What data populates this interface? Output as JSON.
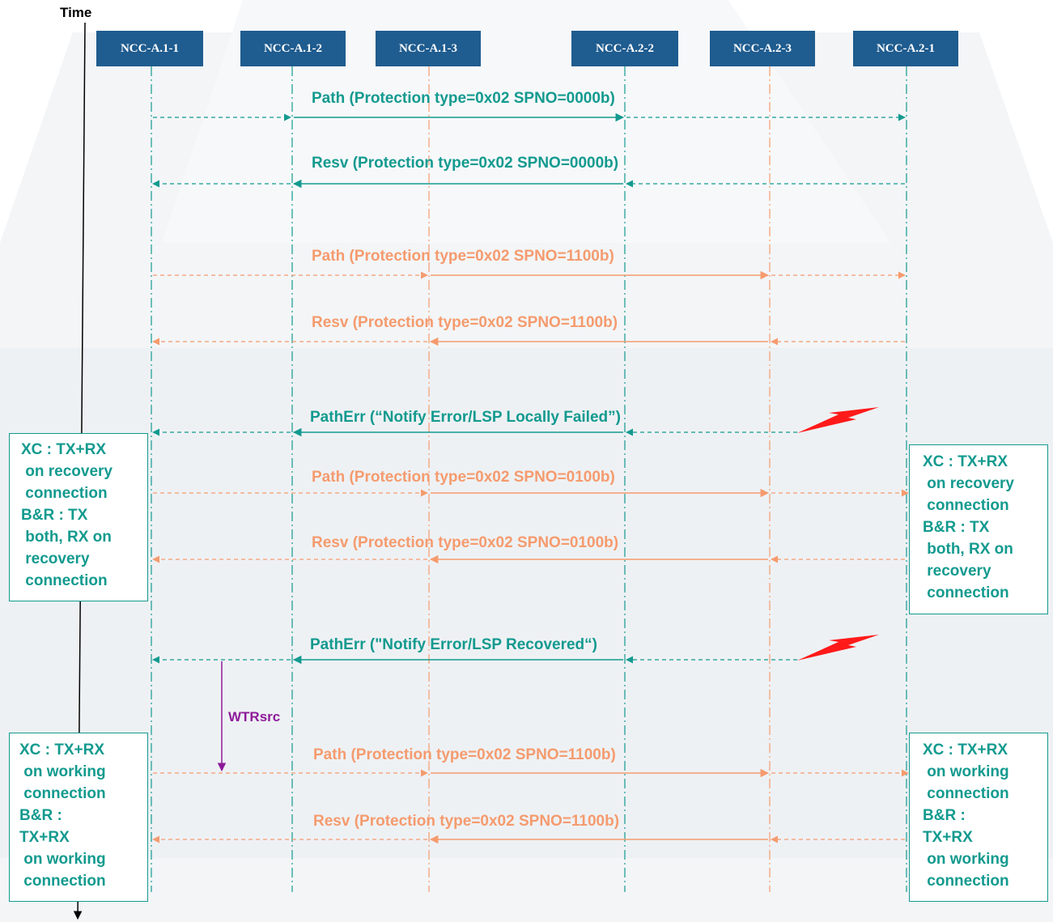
{
  "time_label": "Time",
  "nodes": [
    "NCC-A.1-1",
    "NCC-A.1-2",
    "NCC-A.1-3",
    "NCC-A.2-2",
    "NCC-A.2-3",
    "NCC-A.2-1"
  ],
  "colors": {
    "node_fill": "#1f5c8f",
    "teal": "#139a8f",
    "orange": "#f59b6e",
    "purple": "#8e1a9a",
    "lightning": "#ff1a1a"
  },
  "messages": [
    {
      "text": "Path (Protection type=0x02 SPNO=0000b)",
      "color": "teal",
      "direction": "right",
      "from": "NCC-A.1-1",
      "to": "NCC-A.2-1"
    },
    {
      "text": "Resv (Protection type=0x02 SPNO=0000b)",
      "color": "teal",
      "direction": "left",
      "from": "NCC-A.2-1",
      "to": "NCC-A.1-1"
    },
    {
      "text": "Path (Protection type=0x02 SPNO=1100b)",
      "color": "orange",
      "direction": "right",
      "from": "NCC-A.1-1",
      "to": "NCC-A.2-1"
    },
    {
      "text": "Resv (Protection type=0x02 SPNO=1100b)",
      "color": "orange",
      "direction": "left",
      "from": "NCC-A.2-1",
      "to": "NCC-A.1-1"
    },
    {
      "text": "PathErr (“Notify Error/LSP Locally Failed”)",
      "color": "teal",
      "direction": "left",
      "from": "NCC-A.2-3",
      "to": "NCC-A.1-1"
    },
    {
      "text": "Path (Protection type=0x02 SPNO=0100b)",
      "color": "orange",
      "direction": "right",
      "from": "NCC-A.1-1",
      "to": "NCC-A.2-1"
    },
    {
      "text": "Resv (Protection type=0x02 SPNO=0100b)",
      "color": "orange",
      "direction": "left",
      "from": "NCC-A.2-1",
      "to": "NCC-A.1-1"
    },
    {
      "text": "PathErr (\"Notify Error/LSP Recovered“)",
      "color": "teal",
      "direction": "left",
      "from": "NCC-A.2-3",
      "to": "NCC-A.1-1"
    },
    {
      "text": "Path (Protection type=0x02 SPNO=1100b)",
      "color": "orange",
      "direction": "right",
      "from": "NCC-A.1-1",
      "to": "NCC-A.2-1"
    },
    {
      "text": "Resv (Protection type=0x02 SPNO=1100b)",
      "color": "orange",
      "direction": "left",
      "from": "NCC-A.2-1",
      "to": "NCC-A.1-1"
    }
  ],
  "wtr_label": "WTRsrc",
  "notes": [
    {
      "lines": [
        "XC : TX+RX",
        " on recovery",
        " connection",
        "B&R : TX",
        " both, RX on",
        " recovery",
        " connection"
      ]
    },
    {
      "lines": [
        "XC : TX+RX",
        " on recovery",
        " connection",
        "B&R : TX",
        " both, RX on",
        " recovery",
        " connection"
      ]
    },
    {
      "lines": [
        "XC : TX+RX",
        " on working",
        " connection",
        "B&R :",
        "TX+RX",
        " on working",
        " connection"
      ]
    },
    {
      "lines": [
        "XC : TX+RX",
        " on working",
        " connection",
        "B&R :",
        "TX+RX",
        " on working",
        " connection"
      ]
    }
  ]
}
